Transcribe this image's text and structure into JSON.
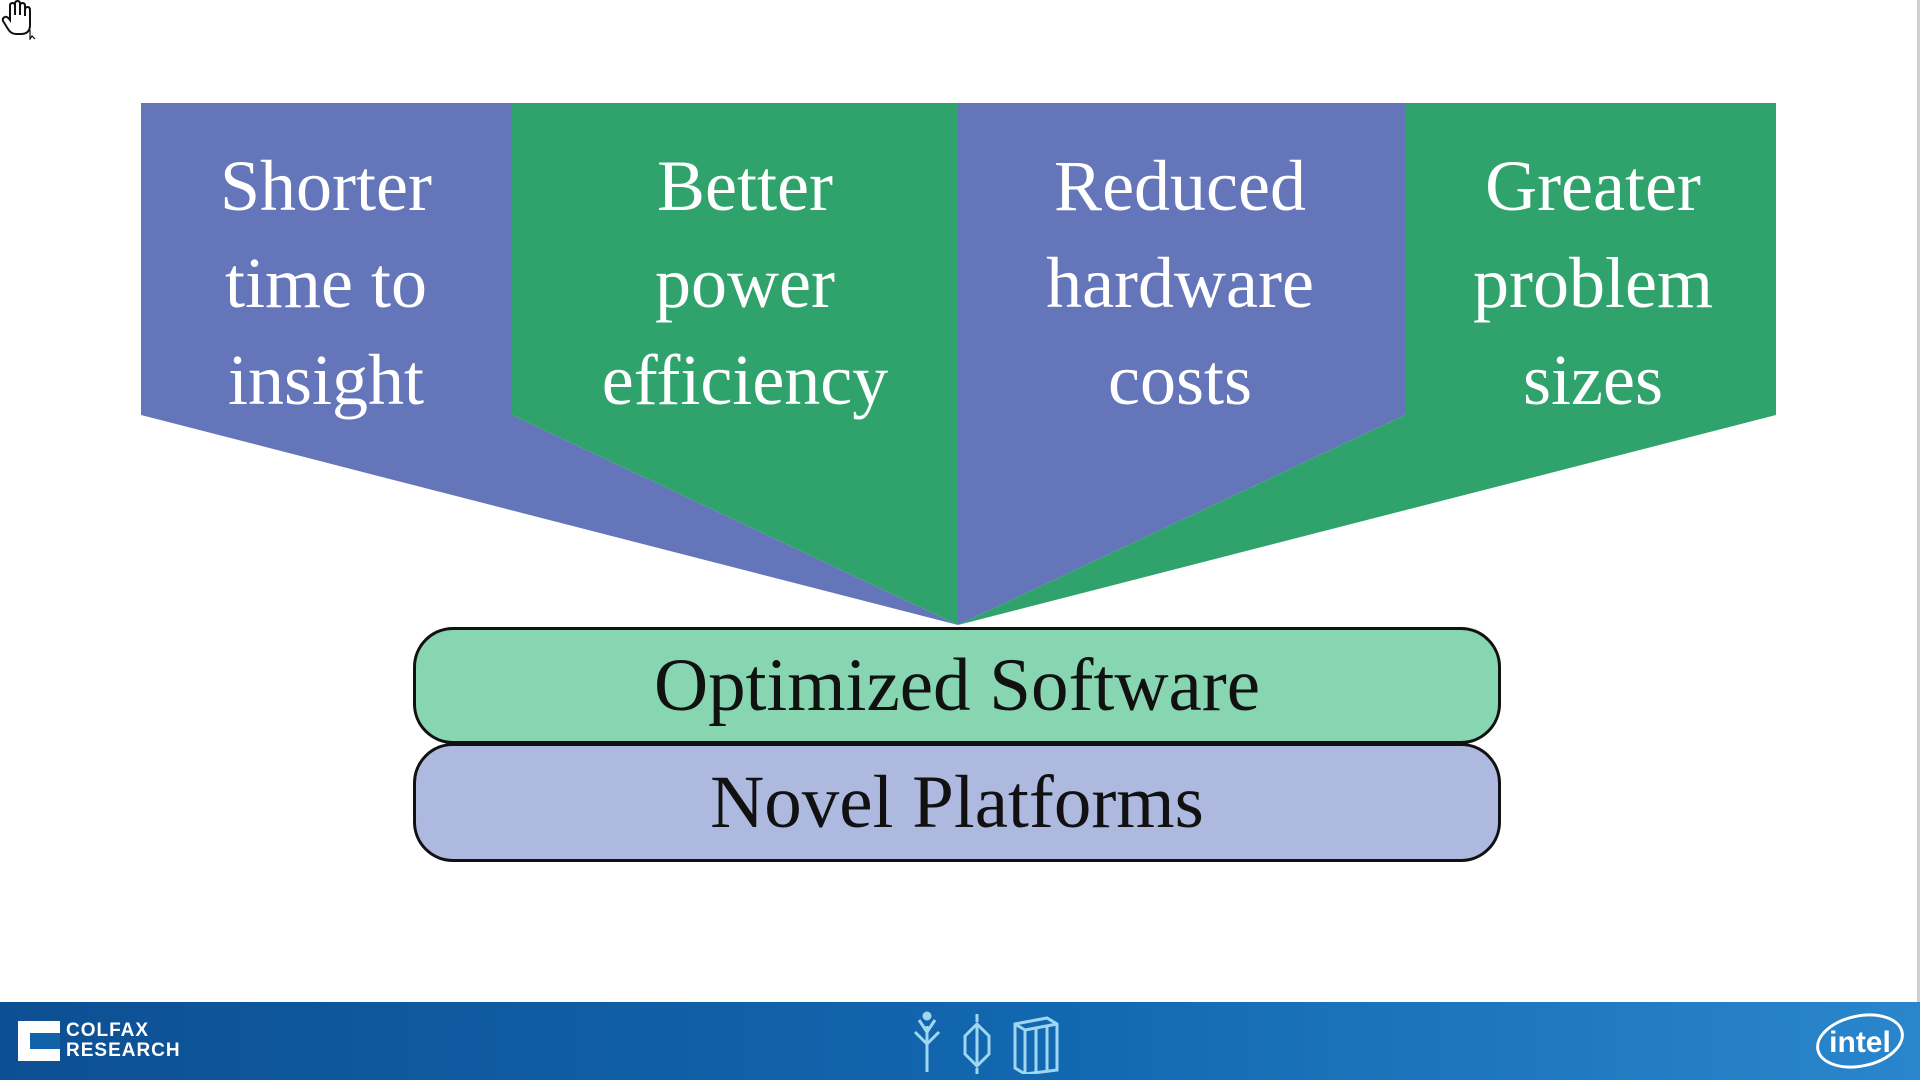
{
  "columns": [
    {
      "id": "shorter-time",
      "lines": [
        "Shorter",
        "time to",
        "insight"
      ],
      "color": "#6475ba"
    },
    {
      "id": "better-power",
      "lines": [
        "Better",
        "power",
        "efficiency"
      ],
      "color": "#2fa36b"
    },
    {
      "id": "reduced-costs",
      "lines": [
        "Reduced",
        "hardware",
        "costs"
      ],
      "color": "#6475ba"
    },
    {
      "id": "greater-sizes",
      "lines": [
        "Greater",
        "problem",
        "sizes"
      ],
      "color": "#2fa36b"
    }
  ],
  "layers": {
    "software": "Optimized Software",
    "platforms": "Novel Platforms"
  },
  "colors": {
    "blue_band": "#6475ba",
    "green_band": "#2fa36b",
    "software_fill": "#87d5b1",
    "platforms_fill": "#aeb9df",
    "footer": "#1162a8"
  },
  "footer": {
    "left_logo_line1": "COLFAX",
    "left_logo_line2": "RESEARCH",
    "center_icons": [
      "tree-icon",
      "diamond-chip-icon",
      "cube-icon"
    ],
    "right_logo": "intel"
  },
  "cursor": "hand-cursor-icon"
}
